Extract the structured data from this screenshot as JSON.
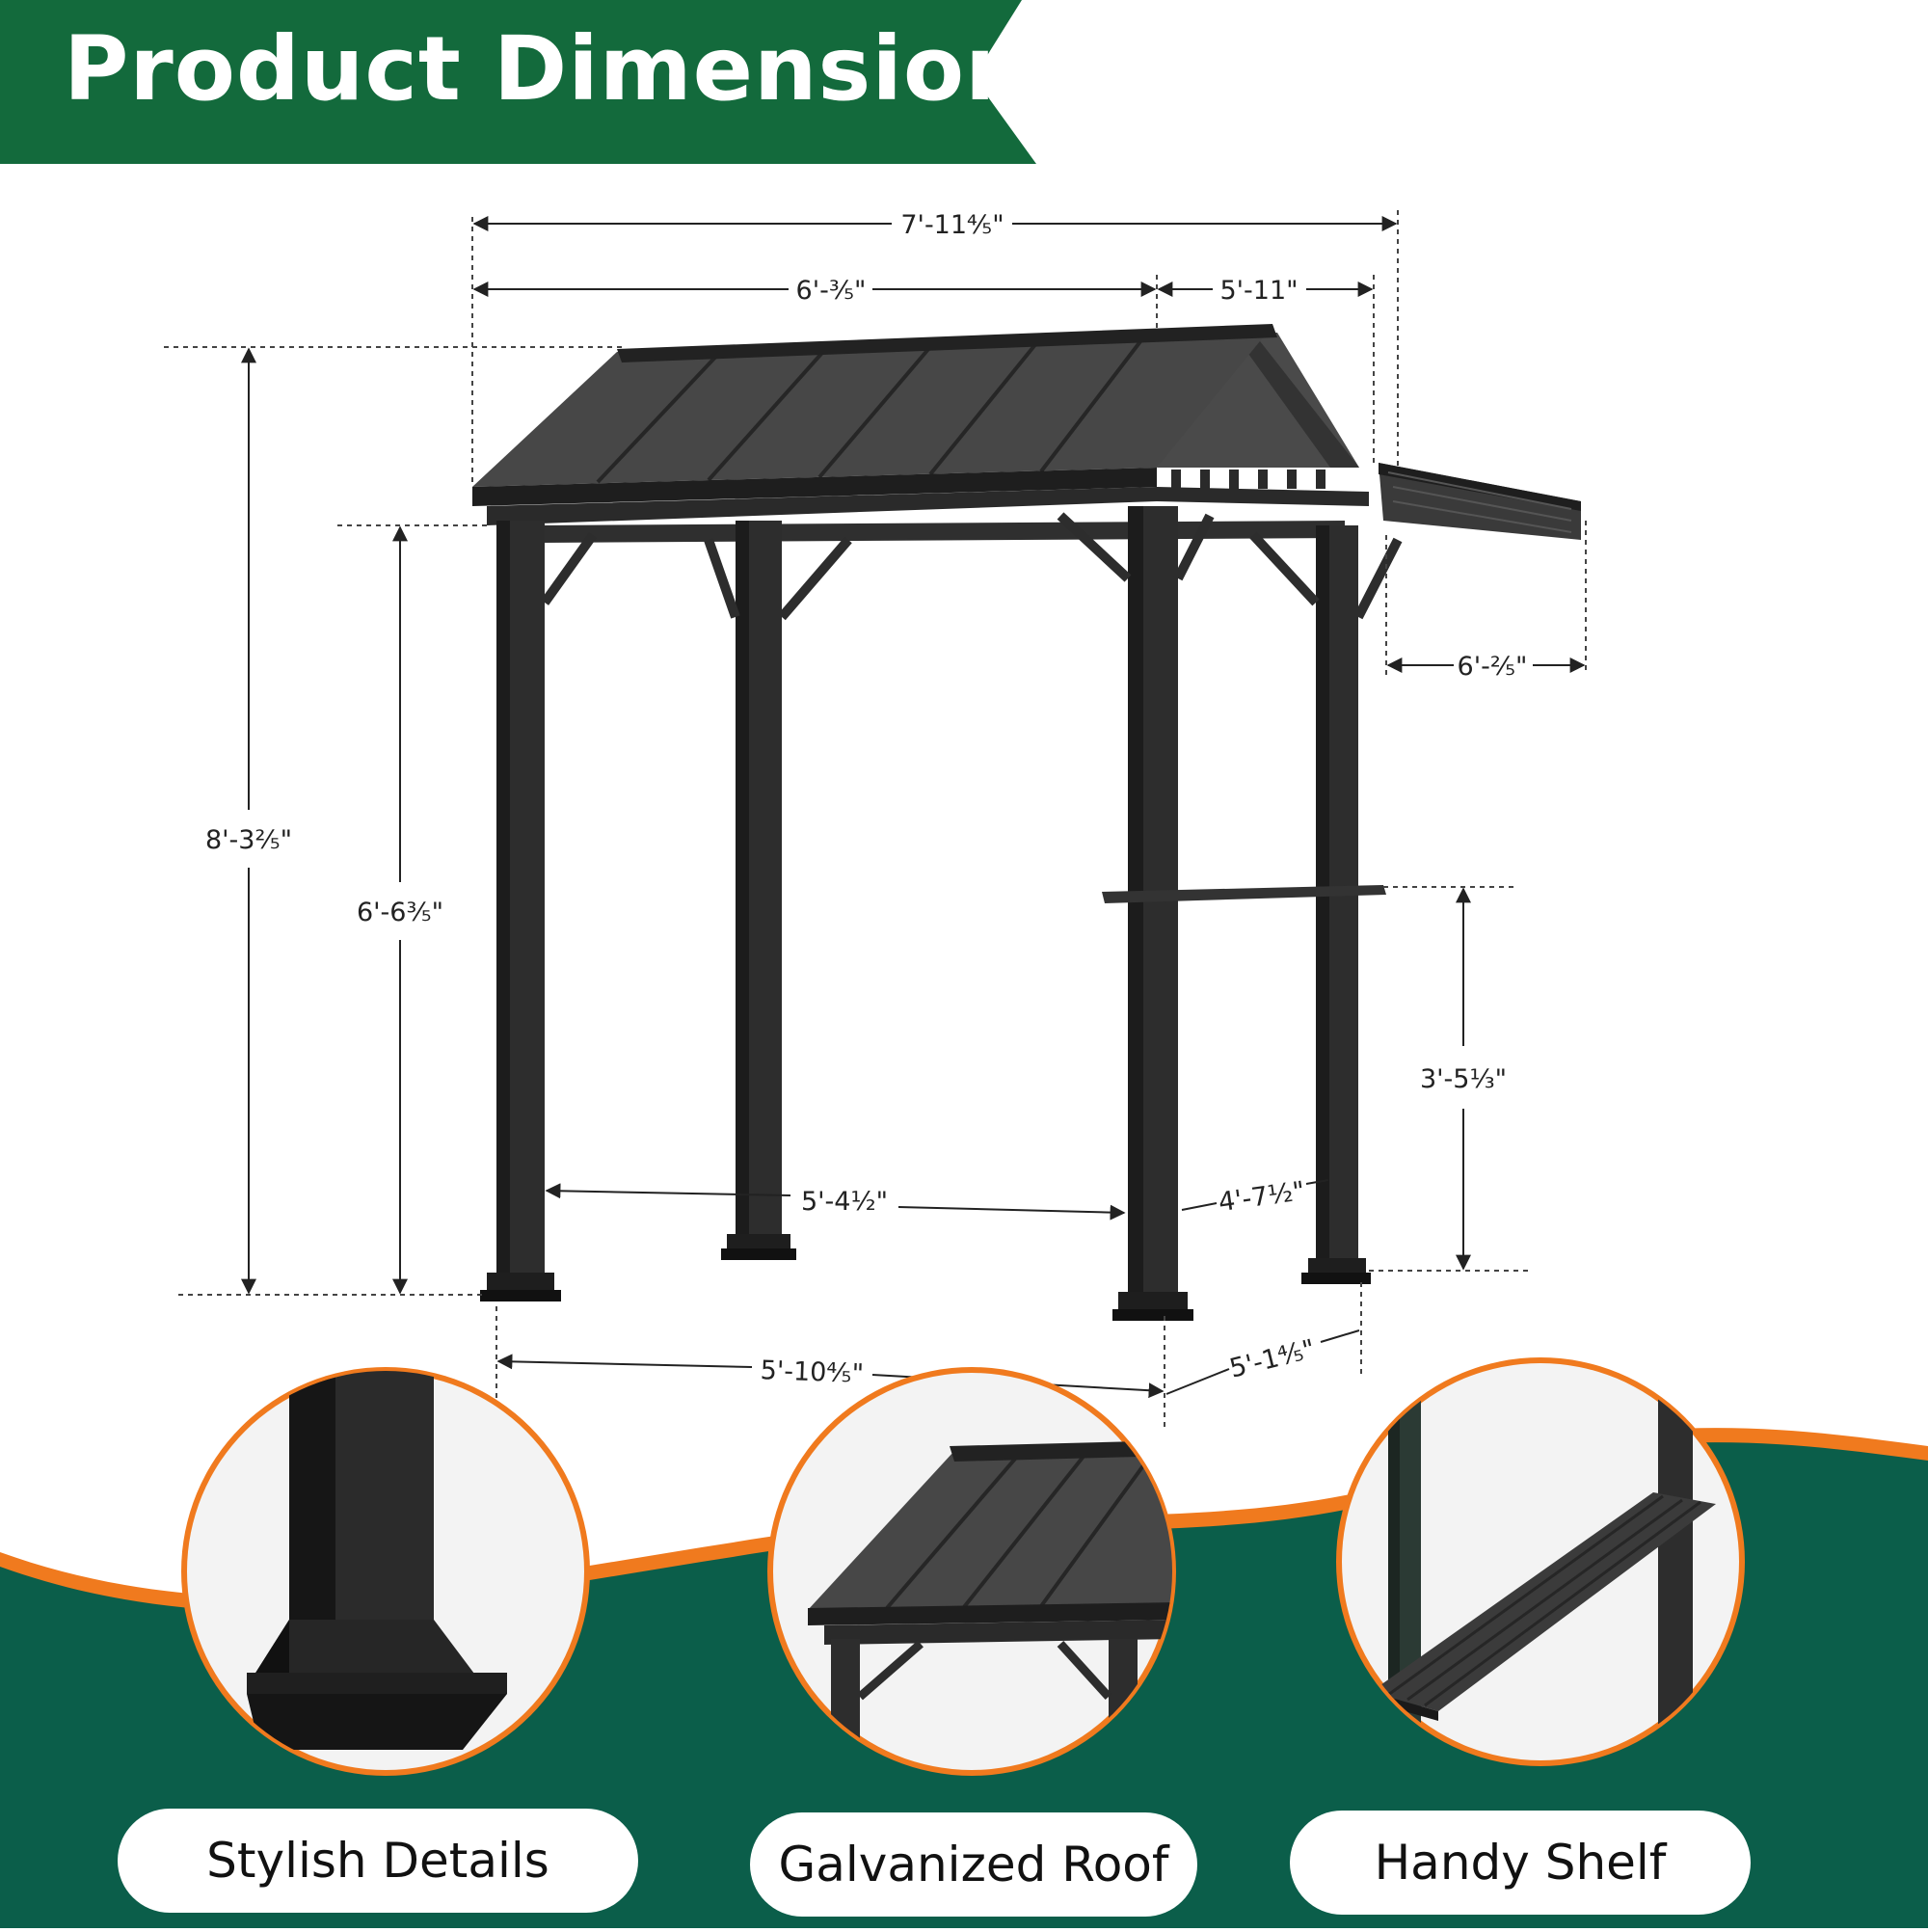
{
  "header": {
    "title": "Product Dimensions",
    "banner_color": "#136a3c",
    "text_color": "#ffffff"
  },
  "dimensions": {
    "overall_width": "7'-11⅘\"",
    "main_roof_width": "6'-⅗\"",
    "side_roof_width": "5'-11\"",
    "shelf_depth": "6'-⅖\"",
    "total_height": "8'-3⅖\"",
    "clearance_height": "6'-6⅗\"",
    "shelf_height": "3'-5⅓\"",
    "inner_width": "5'-4½\"",
    "inner_depth": "4'-7½\"",
    "base_width": "5'-10⅘\"",
    "base_depth": "5'-1⅘\""
  },
  "features": [
    {
      "label": "Stylish Details",
      "icon": "post-base-icon"
    },
    {
      "label": "Galvanized Roof",
      "icon": "roof-corner-icon"
    },
    {
      "label": "Handy Shelf",
      "icon": "shelf-icon"
    }
  ],
  "colors": {
    "accent_green": "#0b5e4a",
    "accent_orange": "#f07a1e",
    "frame": "#2d2d2d",
    "roof": "#3f3f3f"
  }
}
